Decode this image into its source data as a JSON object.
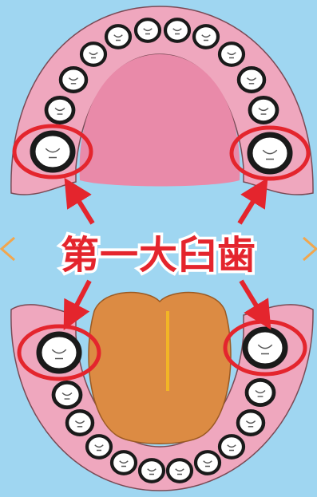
{
  "caption": "第一大臼歯",
  "colors": {
    "background": "#9fd6f1",
    "gum": "#efa7be",
    "palate": "#e98aa9",
    "tooth_fill": "#ffffff",
    "tooth_outline": "#1a1a1a",
    "highlight": "#e4252d",
    "tongue": "#dc8b43",
    "tongue_line": "#f2b526"
  },
  "upper_arch": {
    "highlighted_teeth": [
      "left-first-molar",
      "right-first-molar"
    ]
  },
  "lower_arch": {
    "highlighted_teeth": [
      "left-first-molar",
      "right-first-molar"
    ]
  },
  "icons": [
    "arrow-up-left-icon",
    "arrow-up-right-icon",
    "arrow-down-left-icon",
    "arrow-down-right-icon"
  ]
}
